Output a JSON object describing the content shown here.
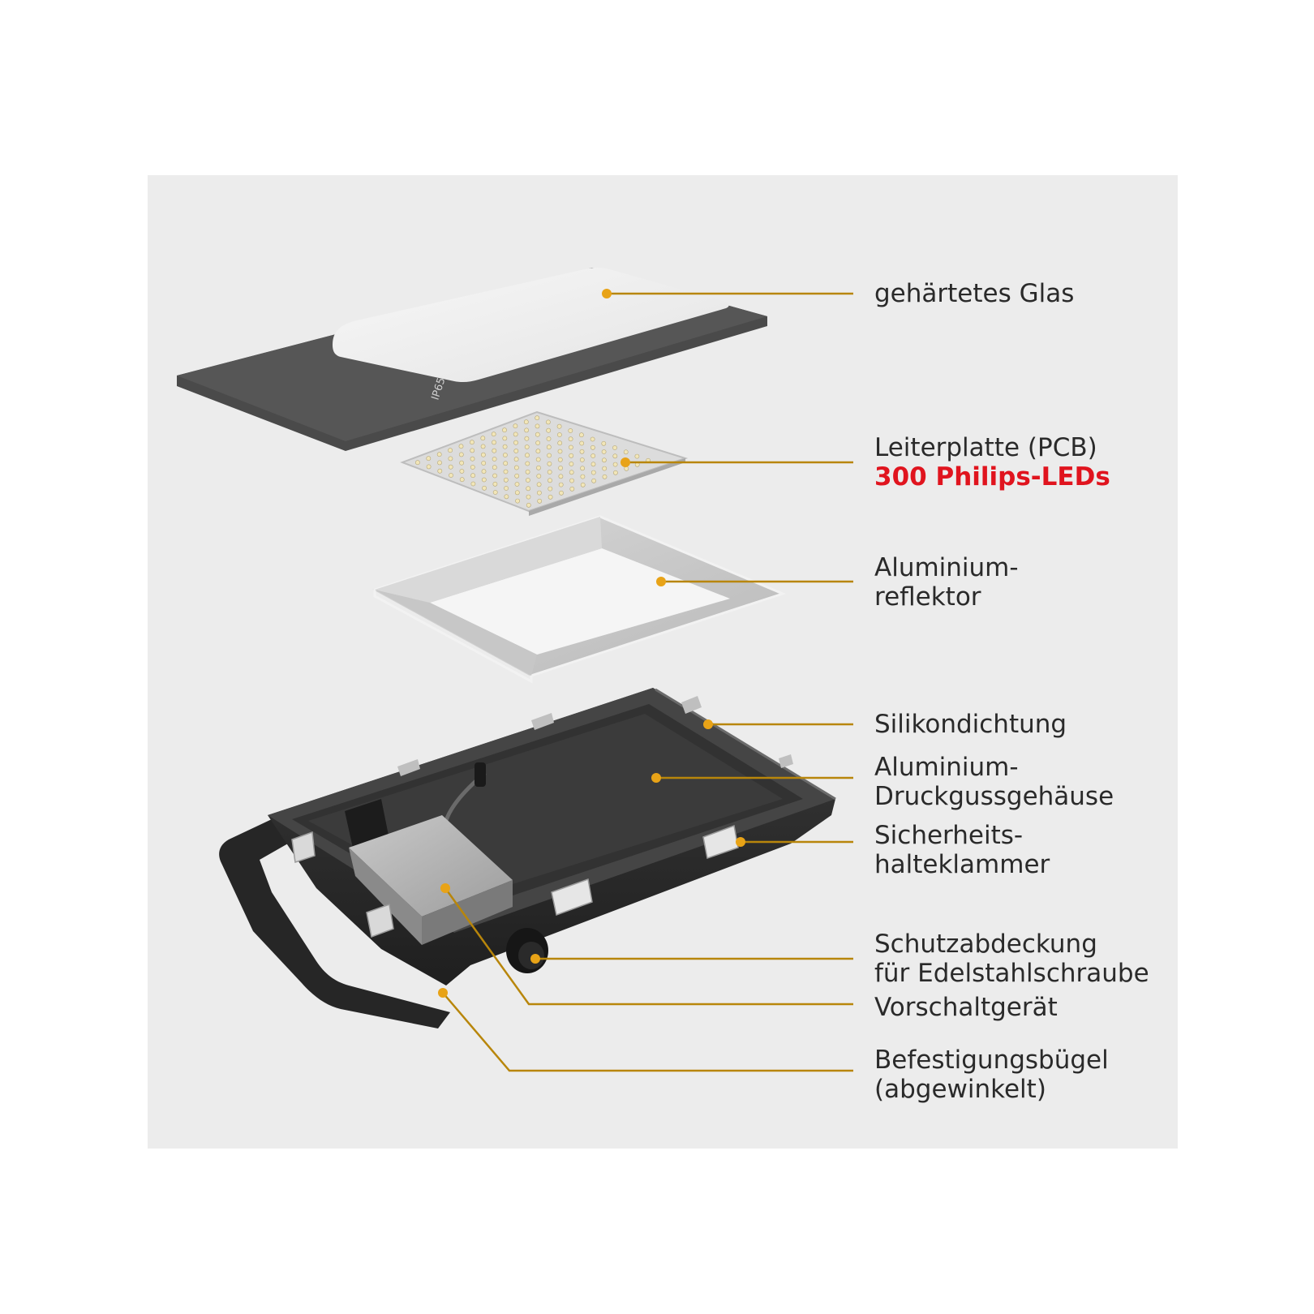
{
  "colors": {
    "panel_bg": "#ececec",
    "leader_line": "#b8860b",
    "leader_dot": "#e8a317",
    "highlight_text": "#e0141e",
    "body_text": "#2a2a2a"
  },
  "glass_print": "IP65",
  "callouts": [
    {
      "id": "glass",
      "lines": [
        "gehärtetes Glas"
      ]
    },
    {
      "id": "pcb",
      "lines": [
        "Leiterplatte (PCB)"
      ],
      "highlight": "300 Philips-LEDs"
    },
    {
      "id": "reflector",
      "lines": [
        "Aluminium-",
        "reflektor"
      ]
    },
    {
      "id": "seal",
      "lines": [
        "Silikondichtung"
      ]
    },
    {
      "id": "housing",
      "lines": [
        "Aluminium-",
        "Druckgussgehäuse"
      ]
    },
    {
      "id": "clip",
      "lines": [
        "Sicherheits-",
        "halteklammer"
      ]
    },
    {
      "id": "cap",
      "lines": [
        "Schutzabdeckung",
        "für Edelstahlschraube"
      ]
    },
    {
      "id": "driver",
      "lines": [
        "Vorschaltgerät"
      ]
    },
    {
      "id": "bracket",
      "lines": [
        "Befestigungsbügel",
        "(abgewinkelt)"
      ]
    }
  ]
}
